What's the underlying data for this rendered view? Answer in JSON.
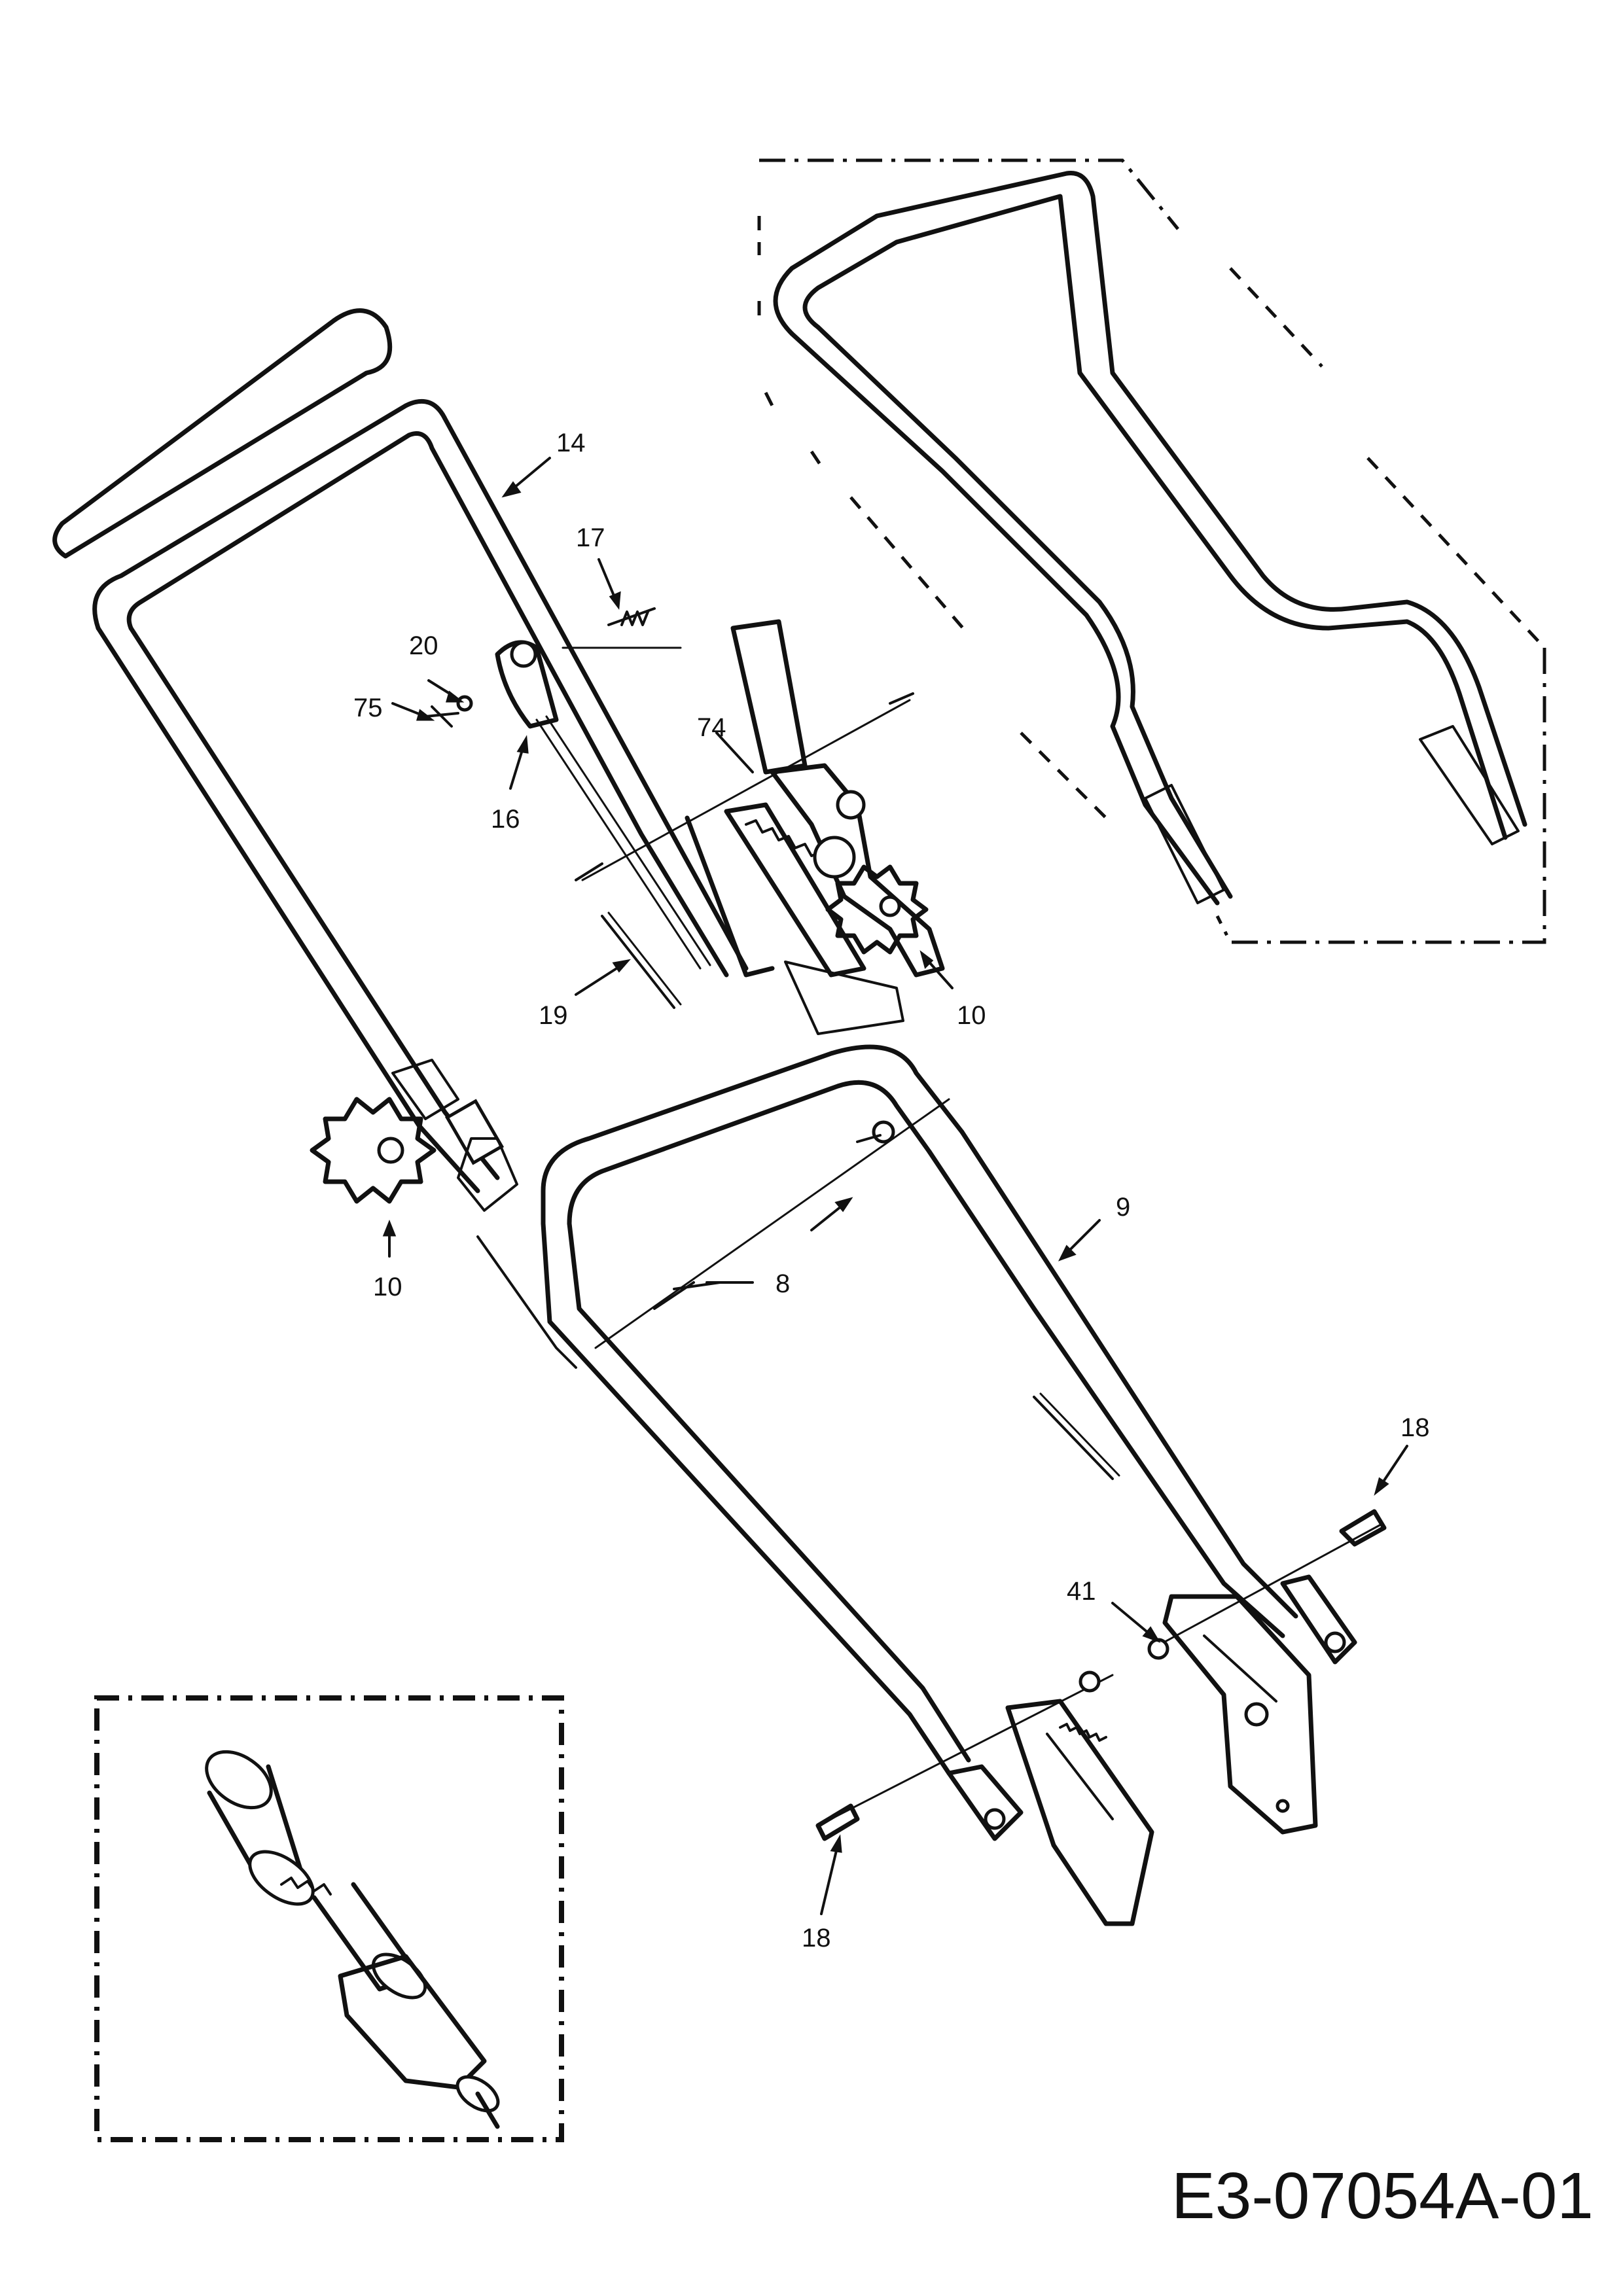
{
  "diagram": {
    "reference_code": "E3-07054A-01",
    "part_callouts": [
      {
        "id": "14",
        "label": "14"
      },
      {
        "id": "17",
        "label": "17"
      },
      {
        "id": "20",
        "label": "20"
      },
      {
        "id": "75",
        "label": "75"
      },
      {
        "id": "16",
        "label": "16"
      },
      {
        "id": "74",
        "label": "74"
      },
      {
        "id": "19",
        "label": "19"
      },
      {
        "id": "10a",
        "label": "10"
      },
      {
        "id": "10b",
        "label": "10"
      },
      {
        "id": "9",
        "label": "9"
      },
      {
        "id": "8",
        "label": "8"
      },
      {
        "id": "18a",
        "label": "18"
      },
      {
        "id": "41",
        "label": "41"
      },
      {
        "id": "18b",
        "label": "18"
      }
    ],
    "colors": {
      "line": "#111111",
      "background": "#ffffff"
    }
  }
}
